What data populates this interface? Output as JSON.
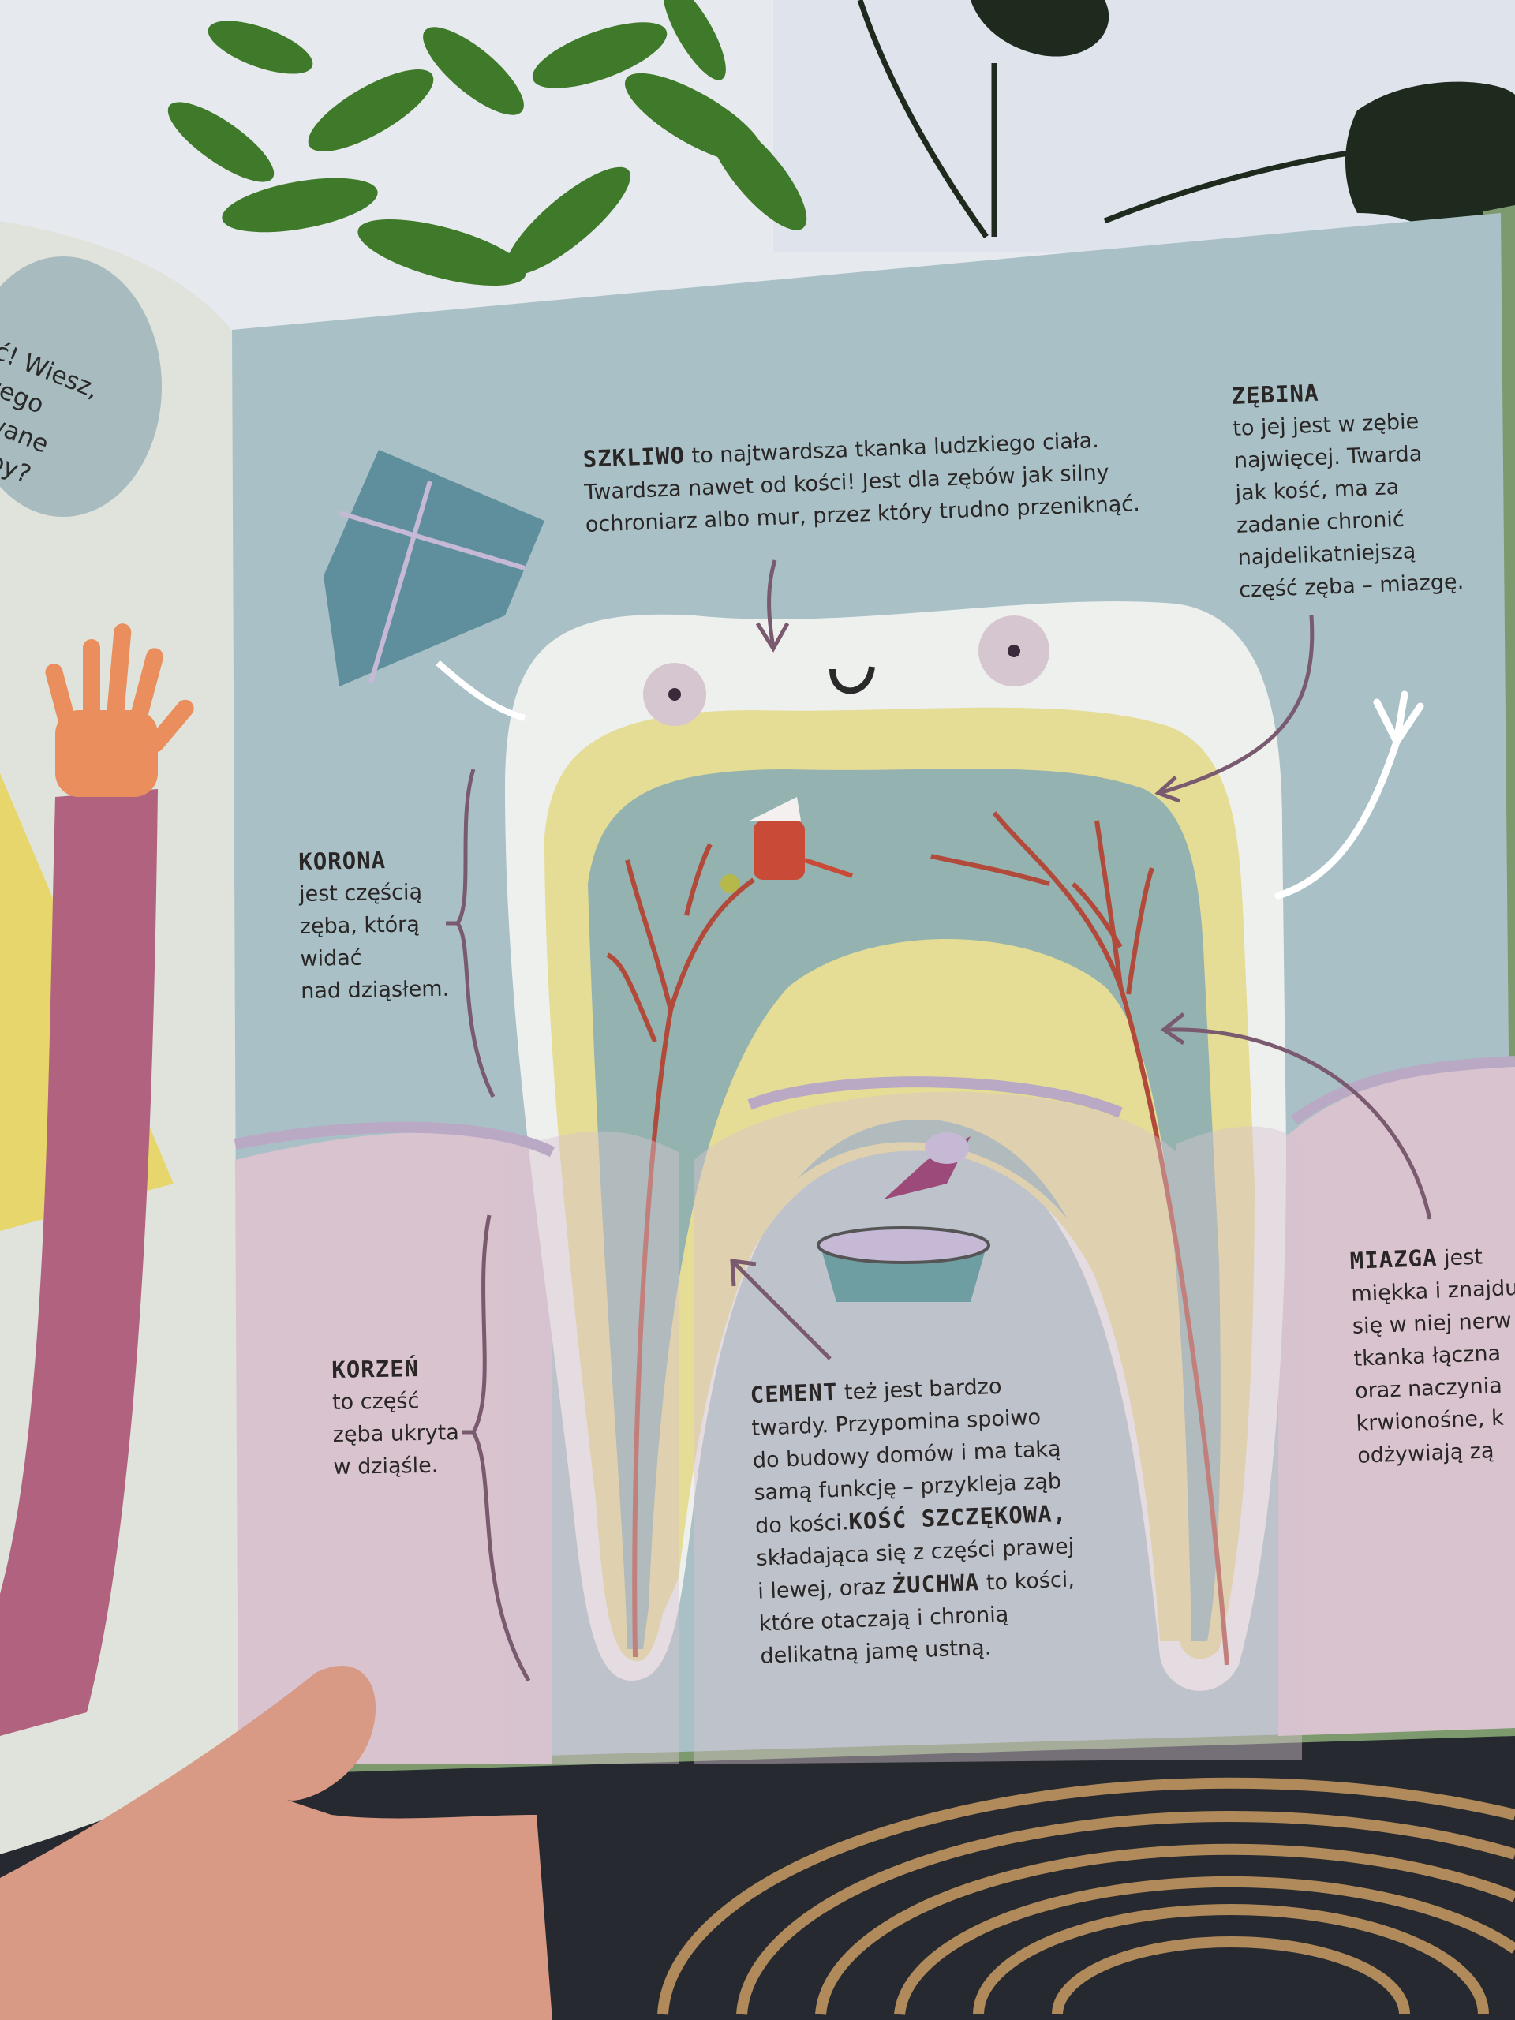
{
  "colors": {
    "wall": "#e4e8ec",
    "page_blue": "#a9c1c6",
    "gum_pink": "#d8c3cf",
    "enamel_white": "#eef0ee",
    "dentin_yellow": "#e5dc95",
    "pulp_teal": "#93b2b0",
    "nerve_red": "#b14a3a",
    "arrow_purple": "#7a5a6e",
    "book_cover_green": "#7d9a6e",
    "sleeve_pink": "#b0627f"
  },
  "left_page": {
    "bubble_lines": [
      "ęść! Wiesz,",
      "z czego",
      "udowane",
      "są zęby?"
    ]
  },
  "labels": {
    "szkliwo": {
      "heading": "SZKLIWO",
      "lines": [
        "to najtwardsza tkanka ludzkiego ciała.",
        "Twardsza nawet od kości! Jest dla zębów jak silny",
        "ochroniarz albo mur, przez który trudno przeniknąć."
      ]
    },
    "zebina": {
      "heading": "ZĘBINA",
      "lines": [
        "to jej jest w zębie",
        "najwięcej. Twarda",
        "jak kość, ma za",
        "zadanie chronić",
        "najdelikatniejszą",
        "część zęba – miazgę."
      ]
    },
    "korona": {
      "heading": "KORONA",
      "lines": [
        "jest częścią",
        "zęba, którą",
        "widać",
        "nad dziąsłem."
      ]
    },
    "korzen": {
      "heading": "KORZEŃ",
      "lines": [
        "to część",
        "zęba ukryta",
        "w dziąśle."
      ]
    },
    "cement": {
      "heading": "CEMENT",
      "line1_rest": "też jest bardzo",
      "lines": [
        "twardy. Przypomina spoiwo",
        "do budowy domów i ma taką",
        "samą funkcję – przykleja ząb"
      ],
      "line5_start": "do kości.",
      "heading2": "KOŚĆ SZCZĘKOWA,",
      "line6": "składająca się z części prawej",
      "line7_start": "i lewej, oraz",
      "heading3": "ŻUCHWA",
      "line7_rest": "to kości,",
      "lines_end": [
        "które otaczają i chronią",
        "delikatną jamę ustną."
      ]
    },
    "miazga": {
      "heading": "MIAZGA",
      "line1_rest": "jest",
      "lines": [
        "miękka i znajdu",
        "się w niej nerw",
        "tkanka łączna",
        "oraz naczynia",
        "krwionośne, k",
        "odżywiają zą"
      ]
    }
  }
}
